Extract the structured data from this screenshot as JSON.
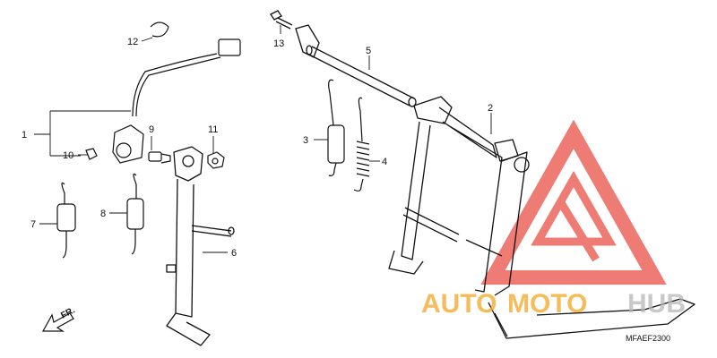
{
  "diagram": {
    "callouts": [
      {
        "id": "1",
        "label": "1"
      },
      {
        "id": "2",
        "label": "2"
      },
      {
        "id": "3",
        "label": "3"
      },
      {
        "id": "4",
        "label": "4"
      },
      {
        "id": "5",
        "label": "5"
      },
      {
        "id": "6",
        "label": "6"
      },
      {
        "id": "7",
        "label": "7"
      },
      {
        "id": "8",
        "label": "8"
      },
      {
        "id": "9",
        "label": "9"
      },
      {
        "id": "10",
        "label": "10"
      },
      {
        "id": "11",
        "label": "11"
      },
      {
        "id": "12",
        "label": "12"
      },
      {
        "id": "13",
        "label": "13"
      }
    ],
    "front_marker": "FR.",
    "diagram_code": "MFAEF2300"
  },
  "watermark": {
    "text_auto": "AUTO",
    "text_moto": "MOTO",
    "text_hub": "HUB",
    "color_red": "#e8463c",
    "color_orange": "#f5a623",
    "color_gray": "#b8b8b8"
  }
}
